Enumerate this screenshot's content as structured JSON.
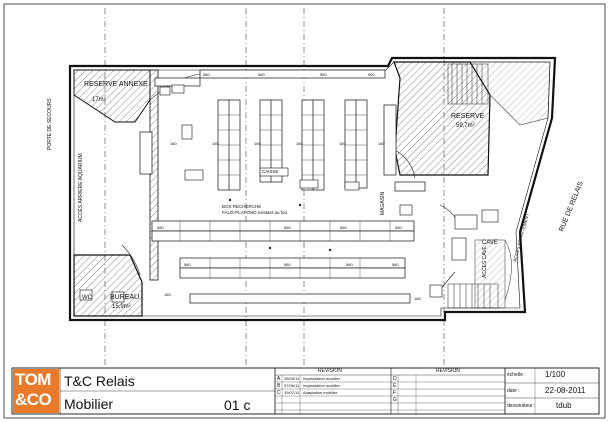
{
  "plan": {
    "rooms": {
      "reserve_annexe": {
        "name": "RESERVE ANNEXE",
        "area": "17m²"
      },
      "reserve": {
        "name": "RESERVE",
        "area": "59,7m²"
      },
      "bureau": {
        "name": "BUREAU",
        "area": "15,9m²"
      },
      "wc": {
        "name": "WC"
      },
      "cave": {
        "name": "CAVE"
      }
    },
    "labels": {
      "porte_secours": "PORTE DE SECOURS",
      "acces_aquarium": "ACCES ARRIERE AQUARIUM",
      "rue": "RUE DE RELAIS",
      "magasin": "MAGASIN",
      "acces_cave": "ACCES CAVE",
      "acces_appartement": "ACCES APPARTEMENT",
      "caisse": "CAISSE",
      "centre_note": "BOX RECHERCHE",
      "centre_note2": "FAUX-PLAFOND existant au fou"
    },
    "dims": [
      "580",
      "580",
      "580",
      "560",
      "160",
      "160",
      "160",
      "160",
      "160",
      "160",
      "580",
      "580",
      "580",
      "580",
      "580",
      "580",
      "580",
      "580",
      "185",
      "185"
    ]
  },
  "title_block": {
    "logo_top": "TOM",
    "logo_bottom": "&CO",
    "project": "T&C Relais",
    "subject": "Mobilier",
    "drawing_no": "01 c",
    "revision_header_1": "REVISION",
    "revision_header_2": "REVISION",
    "rev_letters_left": [
      "A",
      "B",
      "C"
    ],
    "rev_dates": [
      "25/05/11",
      "07/06/11",
      "19/07/11"
    ],
    "rev_descs": [
      "Implantation mobilier",
      "Implantation mobilier",
      "Adaptation mobilier"
    ],
    "rev_letters_right": [
      "D",
      "E",
      "F",
      "G"
    ],
    "echelle_label": "échelle :",
    "echelle_value": "1/100",
    "date_label": "date :",
    "date_value": "22-08-2011",
    "dessinateur_label": "dessinateur :",
    "dessinateur_value": "tdub"
  }
}
